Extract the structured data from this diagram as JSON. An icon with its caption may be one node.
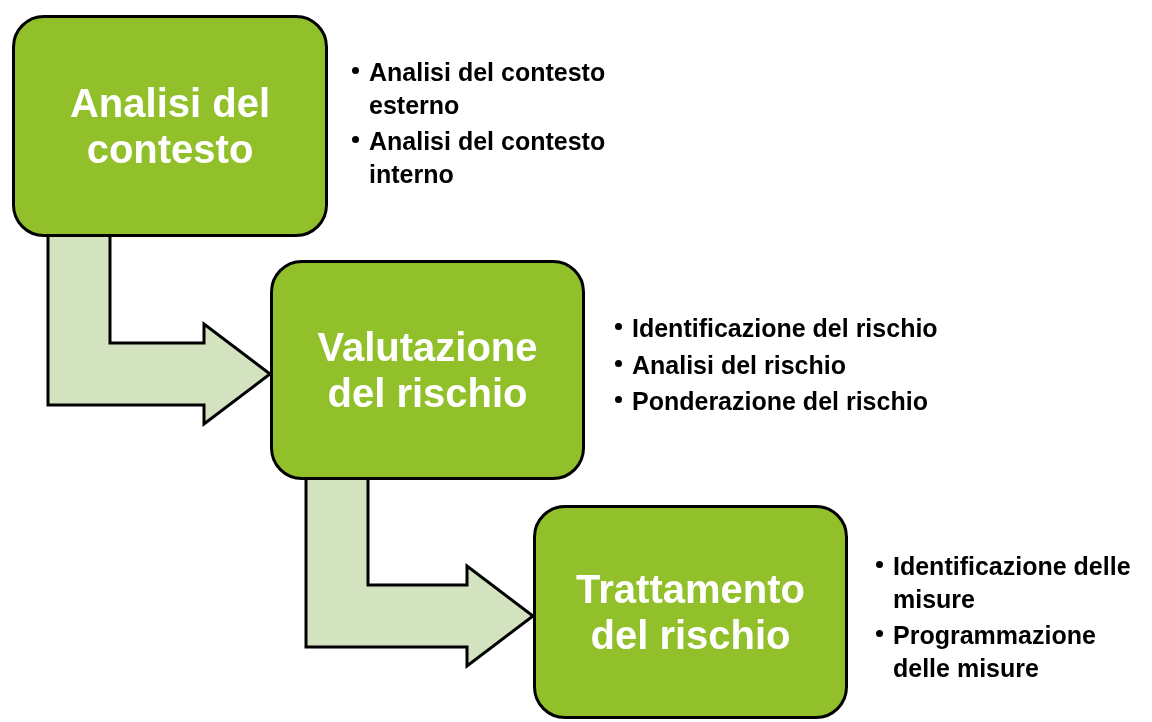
{
  "diagram": {
    "nodes": [
      {
        "text": [
          "Analisi del contesto"
        ],
        "beside": [
          "Analisi del contesto esterno",
          "Analisi del contesto interno"
        ]
      },
      {
        "text": [
          "Valutazione del rischio"
        ],
        "beside": [
          "Identificazione del rischio",
          "Analisi del rischio",
          "Ponderazione del rischio"
        ]
      },
      {
        "text": [
          "Trattamento del rischio"
        ],
        "beside": [
          "Identificazione delle misure",
          "Programmazione delle misure"
        ]
      }
    ],
    "edges": [
      {
        "from": 0,
        "to": 1,
        "arrow": "to",
        "style": "thick"
      },
      {
        "from": 1,
        "to": 2,
        "arrow": "to",
        "style": "thick"
      }
    ]
  }
}
